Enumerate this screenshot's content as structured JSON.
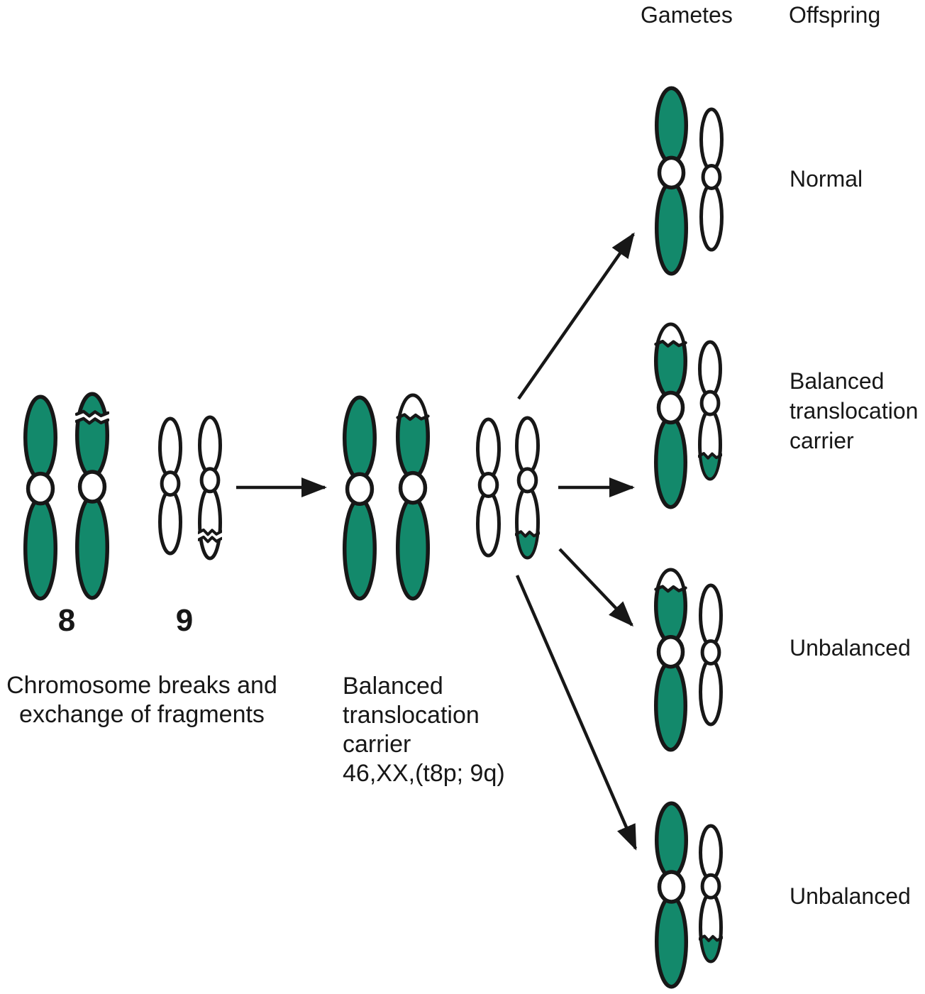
{
  "colors": {
    "green": "#13896B",
    "white": "#FFFFFF",
    "outline": "#171717",
    "text": "#171717"
  },
  "header": {
    "gametes": "Gametes",
    "offspring": "Offspring"
  },
  "initial": {
    "label_8": "8",
    "label_9": "9",
    "caption_lines": [
      "Chromosome breaks and",
      "exchange of fragments"
    ],
    "chromosomes": [
      {
        "name": "chromosome-8-normal",
        "size": "large",
        "top_fill": "green",
        "bottom_fill": "green",
        "feature": "none"
      },
      {
        "name": "chromosome-8-with-break",
        "size": "large",
        "top_fill": "green",
        "bottom_fill": "green",
        "feature": "break-top",
        "break_frac": 0.28
      },
      {
        "name": "chromosome-9-normal",
        "size": "small",
        "top_fill": "white",
        "bottom_fill": "white",
        "feature": "none"
      },
      {
        "name": "chromosome-9-with-break",
        "size": "small",
        "top_fill": "white",
        "bottom_fill": "white",
        "feature": "break-bottom",
        "break_frac": 0.68,
        "top_frac": 0.44
      }
    ]
  },
  "carrier": {
    "caption_lines": [
      "Balanced",
      "translocation",
      "carrier",
      "46,XX,(t8p; 9q)"
    ],
    "chromosomes": [
      {
        "name": "chromosome-8-normal",
        "size": "large",
        "top_fill": "green",
        "bottom_fill": "green",
        "feature": "none"
      },
      {
        "name": "derivative-chromosome-8",
        "size": "large",
        "top_fill": "green",
        "bottom_fill": "green",
        "feature": "tip-top",
        "tip_fill": "white",
        "tip_frac": 0.26
      },
      {
        "name": "chromosome-9-normal",
        "size": "small",
        "top_fill": "white",
        "bottom_fill": "white",
        "feature": "none"
      },
      {
        "name": "derivative-chromosome-9",
        "size": "small",
        "top_fill": "white",
        "bottom_fill": "white",
        "feature": "tip-bottom",
        "tip_fill": "green",
        "tip_frac": 0.66,
        "top_frac": 0.44
      }
    ]
  },
  "gametes": [
    {
      "offspring_lines": [
        "Normal"
      ],
      "chromosomes": [
        {
          "name": "chromosome-8-normal",
          "size": "large",
          "top_fill": "green",
          "bottom_fill": "green",
          "feature": "none"
        },
        {
          "name": "chromosome-9-normal",
          "size": "small",
          "top_fill": "white",
          "bottom_fill": "white",
          "feature": "none"
        }
      ]
    },
    {
      "offspring_lines": [
        "Balanced",
        "translocation",
        "carrier"
      ],
      "chromosomes": [
        {
          "name": "derivative-chromosome-8",
          "size": "large",
          "top_fill": "green",
          "bottom_fill": "green",
          "feature": "tip-top",
          "tip_fill": "white",
          "tip_frac": 0.26
        },
        {
          "name": "derivative-chromosome-9",
          "size": "small",
          "top_fill": "white",
          "bottom_fill": "white",
          "feature": "tip-bottom",
          "tip_fill": "green",
          "tip_frac": 0.66,
          "top_frac": 0.44
        }
      ]
    },
    {
      "offspring_lines": [
        "Unbalanced"
      ],
      "chromosomes": [
        {
          "name": "derivative-chromosome-8",
          "size": "large",
          "top_fill": "green",
          "bottom_fill": "green",
          "feature": "tip-top",
          "tip_fill": "white",
          "tip_frac": 0.26
        },
        {
          "name": "chromosome-9-normal",
          "size": "small",
          "top_fill": "white",
          "bottom_fill": "white",
          "feature": "none"
        }
      ]
    },
    {
      "offspring_lines": [
        "Unbalanced"
      ],
      "chromosomes": [
        {
          "name": "chromosome-8-normal",
          "size": "large",
          "top_fill": "green",
          "bottom_fill": "green",
          "feature": "none"
        },
        {
          "name": "derivative-chromosome-9",
          "size": "small",
          "top_fill": "white",
          "bottom_fill": "white",
          "feature": "tip-bottom",
          "tip_fill": "green",
          "tip_frac": 0.66,
          "top_frac": 0.44
        }
      ]
    }
  ]
}
